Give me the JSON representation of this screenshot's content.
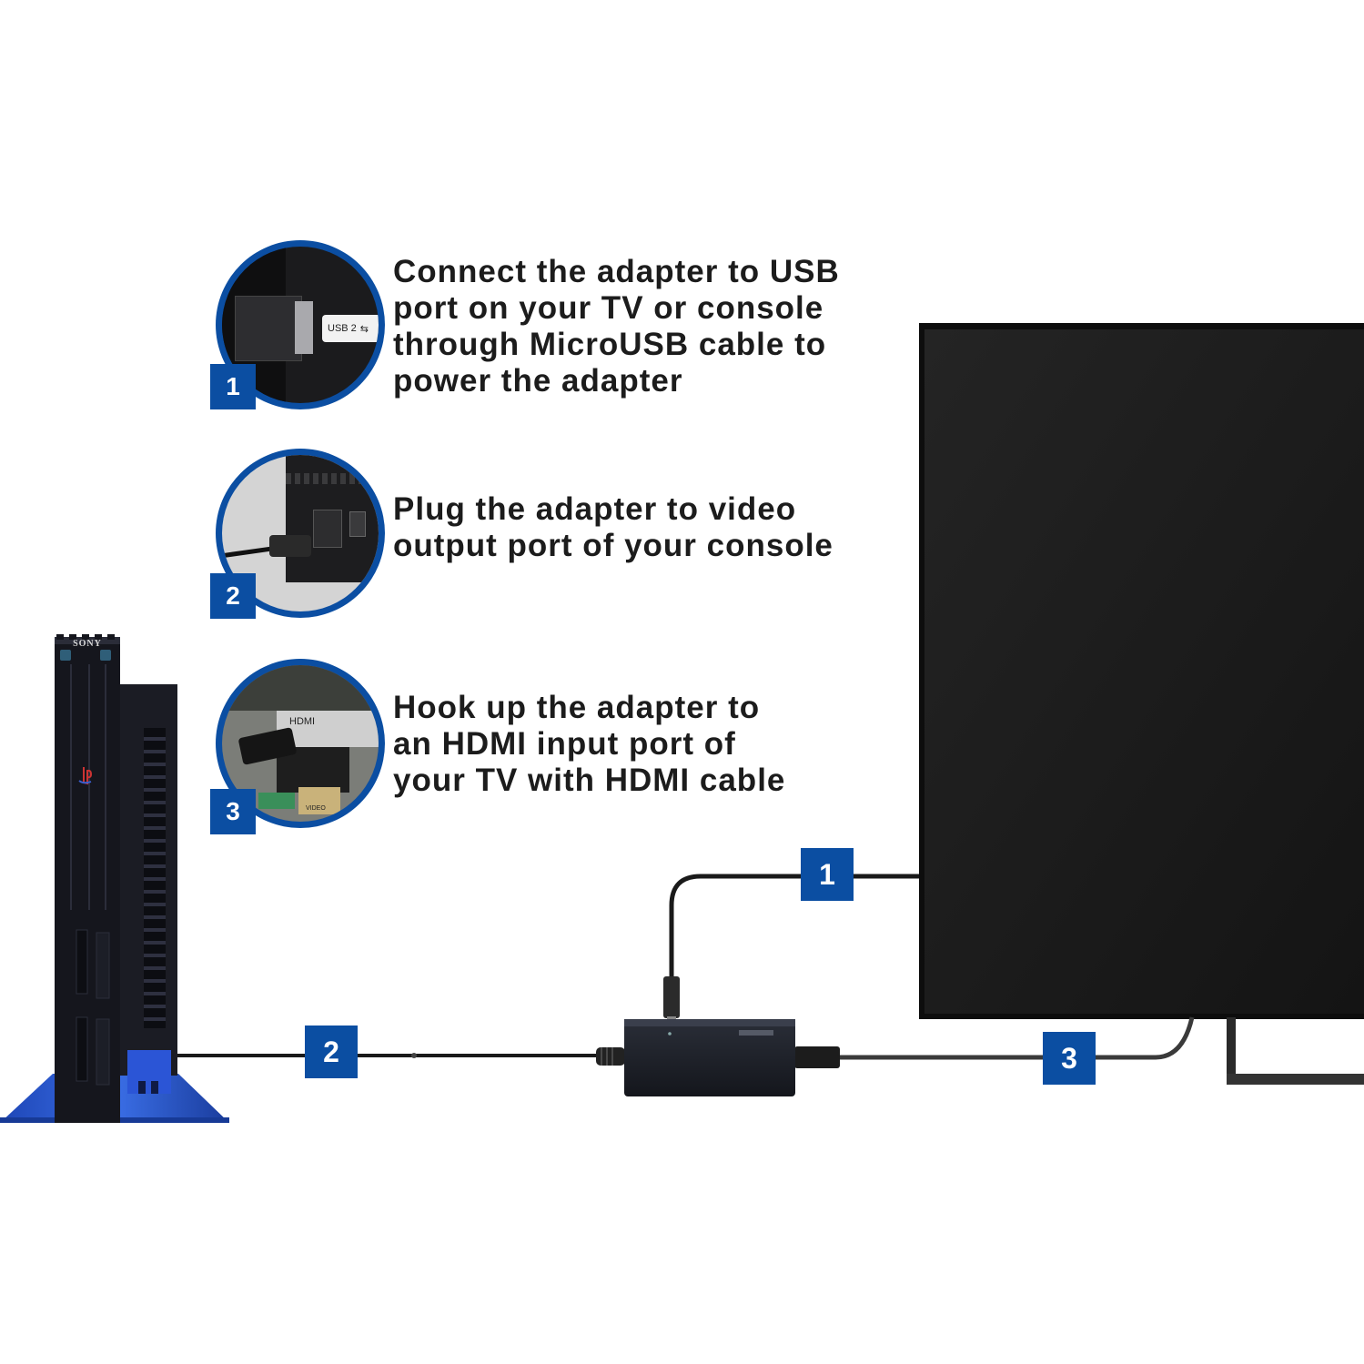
{
  "steps": [
    {
      "number": "1",
      "lines": [
        "Connect the adapter to USB",
        "port on your TV or console",
        "through MicroUSB cable to",
        "power the adapter"
      ],
      "port_label": "USB 2"
    },
    {
      "number": "2",
      "lines": [
        "Plug the adapter to video",
        "output port of your console"
      ]
    },
    {
      "number": "3",
      "lines": [
        "Hook up the adapter to",
        "an HDMI input port of",
        "your TV with HDMI cable"
      ],
      "port_label": "HDMI",
      "extra_label": "VIDEO"
    }
  ],
  "console": {
    "brand": "SONY"
  },
  "cable_badges": {
    "usb": "1",
    "video": "2",
    "hdmi": "3"
  },
  "colors": {
    "accent_blue": "#0b4ea2",
    "tv_screen": "#1a1a1a",
    "console_body": "#15161d"
  },
  "icons": [
    "usb-symbol-icon",
    "playstation-logo-icon"
  ]
}
